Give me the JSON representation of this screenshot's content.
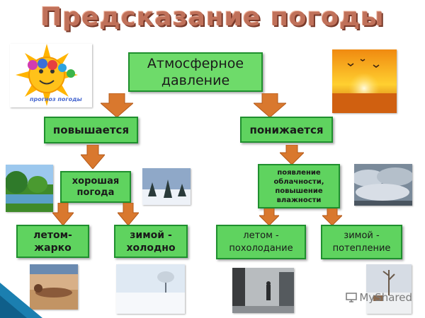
{
  "title": "Предсказание погоды",
  "root": "Атмосферное давление",
  "branches": {
    "up": "повышается",
    "down": "понижается"
  },
  "up_result": "хорошая погода",
  "down_result": "появление облачности, повышение влажности",
  "leaves": {
    "up_summer": "летом- жарко",
    "up_winter": "зимой - холодно",
    "down_summer": "летом - похолодание",
    "down_winter": "зимой - потепление"
  },
  "logo_caption": "прогноз погоды",
  "watermark": "MyShared",
  "colors": {
    "box_fill": "#5fd35f",
    "box_border": "#1f8f2e",
    "arrow": "#d9782e",
    "title": "#c0715a"
  }
}
